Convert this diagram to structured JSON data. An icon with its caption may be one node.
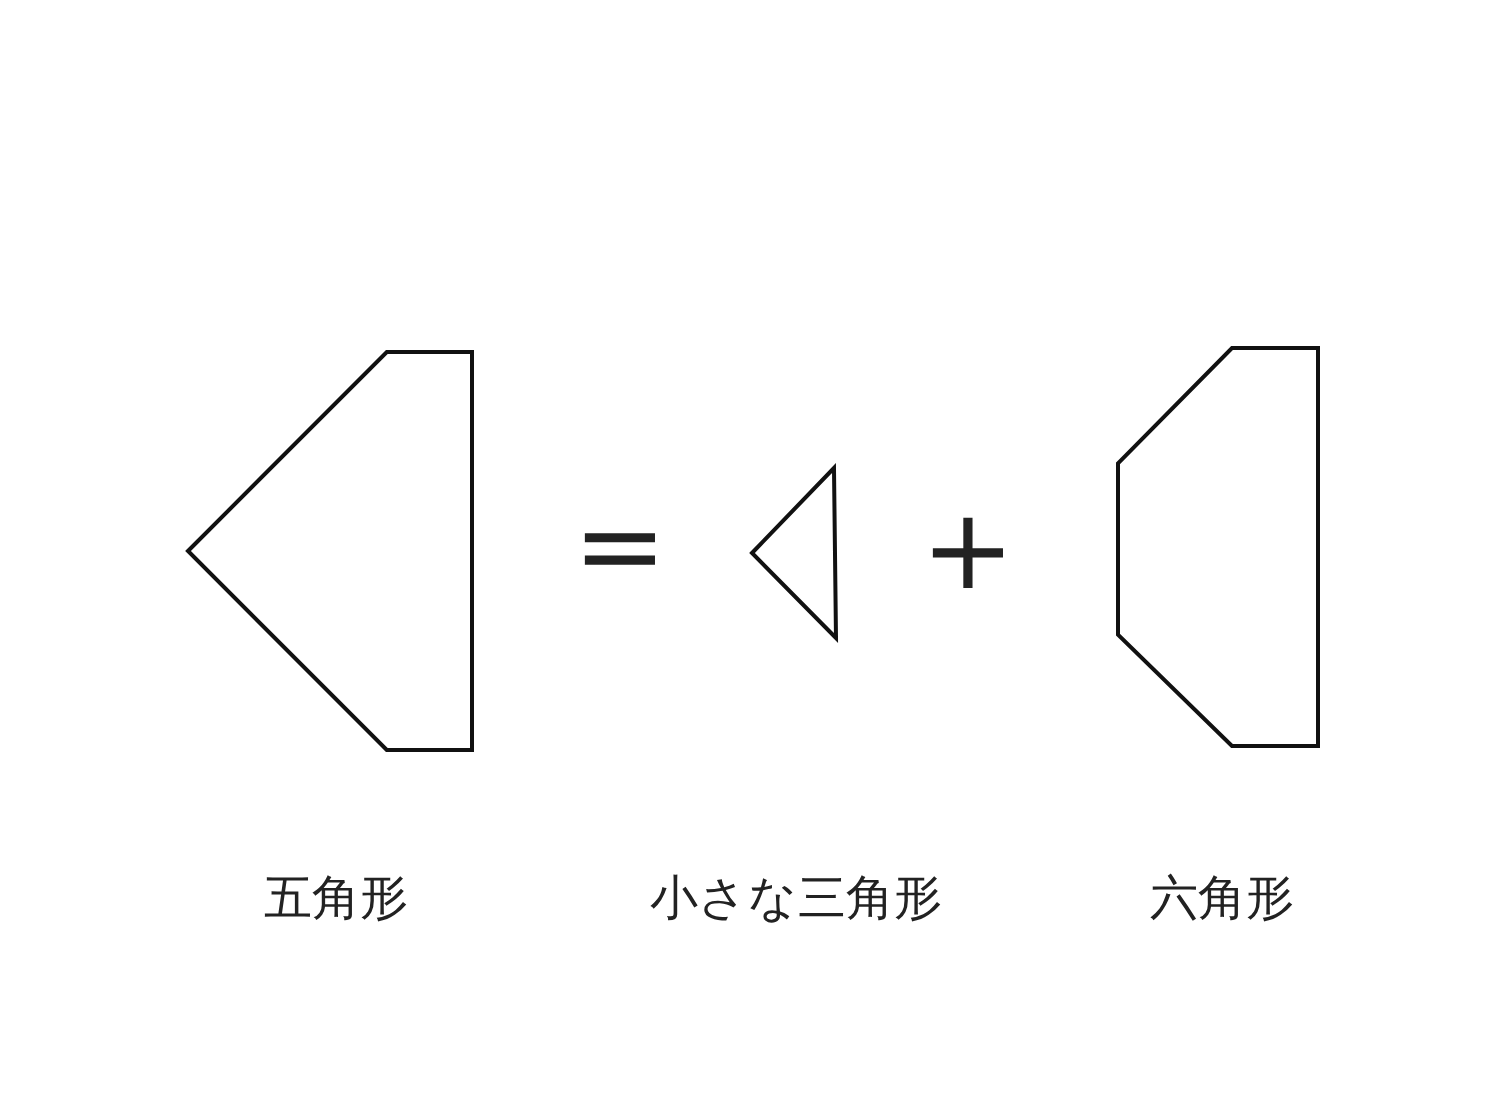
{
  "diagram": {
    "nodes": [
      {
        "text": [],
        "shape": "pentagon"
      },
      {
        "text": [],
        "shape": "triangle"
      },
      {
        "text": [],
        "shape": "hexagon"
      }
    ],
    "labels": [
      "=",
      "+",
      "五角形",
      "小さな三角形",
      "六角形"
    ]
  }
}
